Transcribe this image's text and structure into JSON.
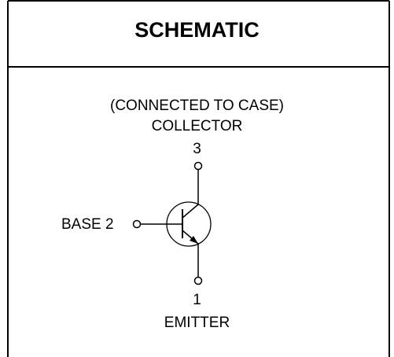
{
  "header": {
    "title": "SCHEMATIC"
  },
  "schematic": {
    "case_note": "(CONNECTED TO CASE)",
    "collector_label": "COLLECTOR",
    "collector_pin": "3",
    "base_label": "BASE 2",
    "emitter_pin": "1",
    "emitter_label": "EMITTER"
  },
  "colors": {
    "line": "#000000",
    "background": "#ffffff"
  }
}
